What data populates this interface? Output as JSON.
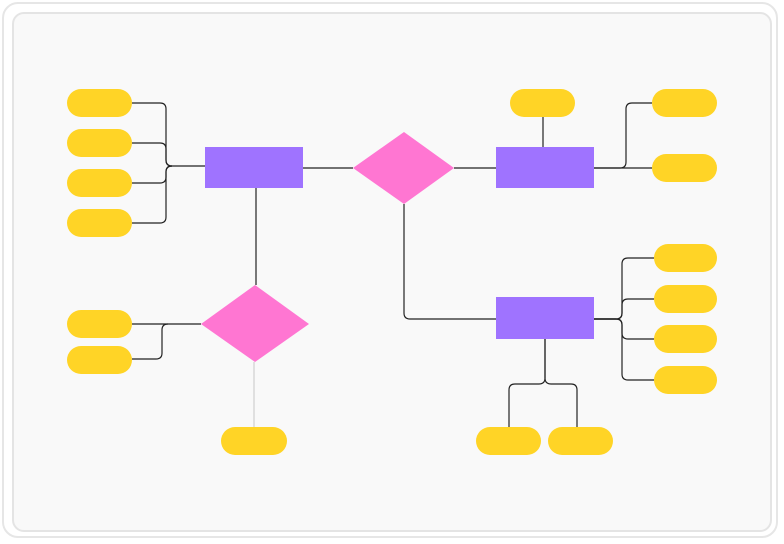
{
  "colors": {
    "entity": "#9f73ff",
    "relationship": "#ff76d2",
    "attribute": "#ffd426",
    "connector": "#222222",
    "connector_light": "#cfcfcf",
    "canvas": "#f9f9f9"
  },
  "diagram": {
    "type": "entity-relationship",
    "entities": 3,
    "relationships": 2,
    "attributes": 15,
    "labels_visible": false
  }
}
